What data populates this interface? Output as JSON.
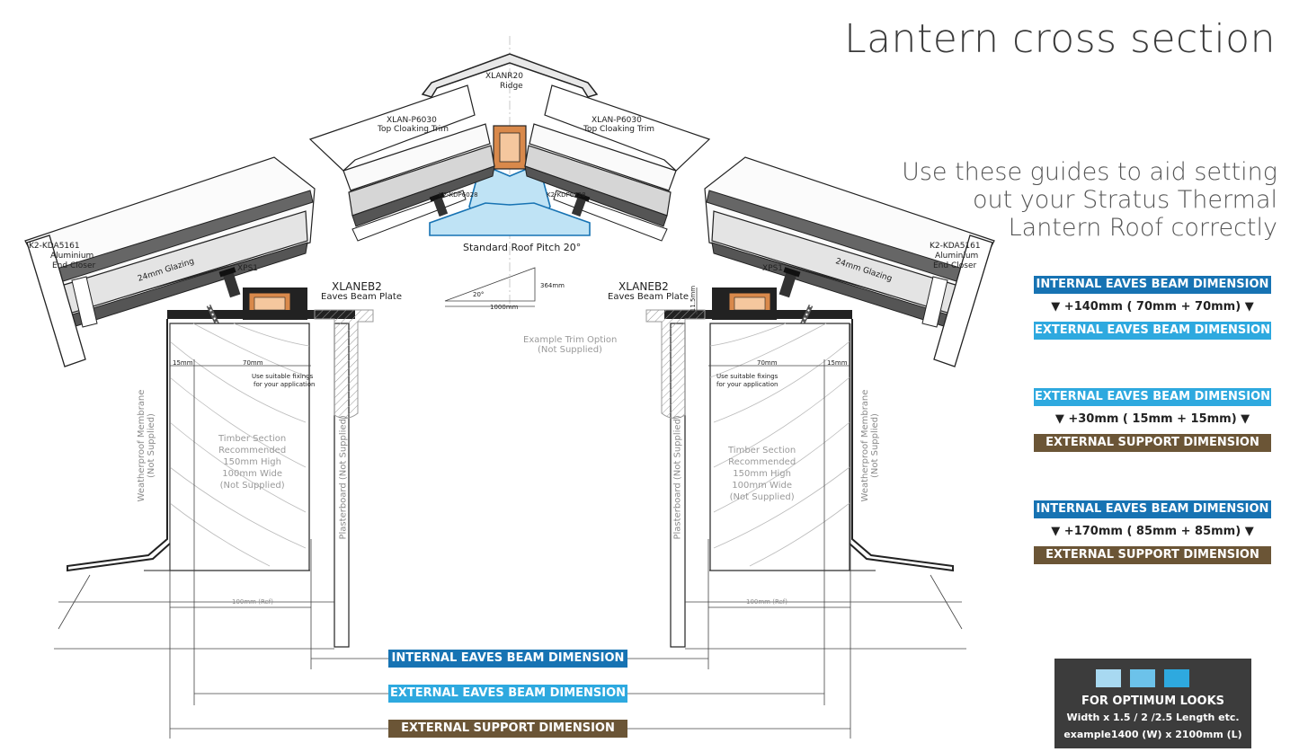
{
  "title": "Lantern cross section",
  "subtitle": [
    "Use these guides to aid setting",
    "out your Stratus Thermal",
    "Lantern Roof correctly"
  ],
  "guides": [
    {
      "top": "INTERNAL EAVES BEAM DIMENSION",
      "middle": "▼ +140mm ( 70mm + 70mm) ▼",
      "bottom": "EXTERNAL EAVES BEAM DIMENSION"
    },
    {
      "top": "EXTERNAL EAVES BEAM DIMENSION",
      "middle": "▼ +30mm ( 15mm + 15mm) ▼",
      "bottom": "EXTERNAL SUPPORT DIMENSION"
    },
    {
      "top": "INTERNAL EAVES BEAM DIMENSION",
      "middle": "▼ +170mm ( 85mm + 85mm) ▼",
      "bottom": "EXTERNAL SUPPORT DIMENSION"
    }
  ],
  "bottom_dims": [
    "INTERNAL EAVES BEAM DIMENSION",
    "EXTERNAL EAVES BEAM DIMENSION",
    "EXTERNAL SUPPORT DIMENSION"
  ],
  "optimum": {
    "heading": "FOR OPTIMUM LOOKS",
    "line2": "Width x 1.5 / 2 /2.5 Length etc.",
    "line3": "example1400 (W) x 2100mm (L)",
    "swatches": [
      "#a8d9f1",
      "#6cc2ea",
      "#2ea9df"
    ]
  },
  "labels": {
    "ridge_code": "XLANR20",
    "ridge_name": "Ridge",
    "trim_code": "XLAN-P6030",
    "trim_name": "Top Cloaking Trim",
    "kdp": "K2-KDP6028",
    "pitch": "Standard Roof Pitch 20°",
    "closer_code": "K2-KDA5161",
    "closer_l1": "Aluminium",
    "closer_l2": "End Closer",
    "glazing": "24mm Glazing",
    "xps": "XPS1",
    "beam_code": "XLANEB2",
    "beam_name": "Eaves Beam Plate",
    "angle": "20°",
    "rise": "364mm",
    "run": "1000mm",
    "trim_opt_l1": "Example  Trim Option",
    "trim_opt_l2": "(Not Supplied)",
    "dim15": "15mm",
    "dim70": "70mm",
    "dim115": "11.5mm",
    "fix_l1": "Use suitable fixings",
    "fix_l2": "for your application",
    "timber": [
      "Timber Section",
      "Recommended",
      "150mm High",
      "100mm Wide",
      "(Not Supplied)"
    ],
    "membrane_l1": "Weatherproof Membrane",
    "membrane_l2": "(Not Supplied)",
    "plaster_l1": "Plasterboard (Not Supplied)",
    "ref": "100mm (Ref)"
  },
  "colors": {
    "dark_blue": "#1773b3",
    "light_blue": "#2ea9df",
    "brown": "#6b5536",
    "orange": "#d9894b"
  }
}
